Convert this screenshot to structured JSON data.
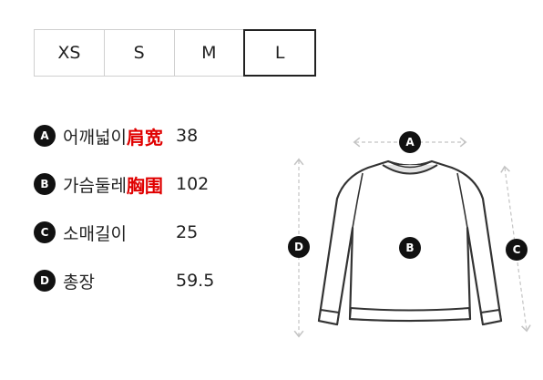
{
  "size_selector": {
    "options": [
      "XS",
      "S",
      "M",
      "L"
    ],
    "selected": "L"
  },
  "measurements": [
    {
      "marker": "A",
      "label": "어깨넓이",
      "hanzi": "肩宽",
      "value": "38"
    },
    {
      "marker": "B",
      "label": "가슴둘레",
      "hanzi": "胸围",
      "value": "102"
    },
    {
      "marker": "C",
      "label": "소매길이",
      "hanzi": "",
      "value": "25"
    },
    {
      "marker": "D",
      "label": "총장",
      "hanzi": "",
      "value": "59.5"
    }
  ],
  "diagram": {
    "markers": {
      "a": "A",
      "b": "B",
      "c": "C",
      "d": "D"
    }
  },
  "colors": {
    "text": "#222222",
    "accent_red": "#e00000",
    "marker_fill": "#111111",
    "border": "#cfcfcf",
    "selected_border": "#222222"
  }
}
